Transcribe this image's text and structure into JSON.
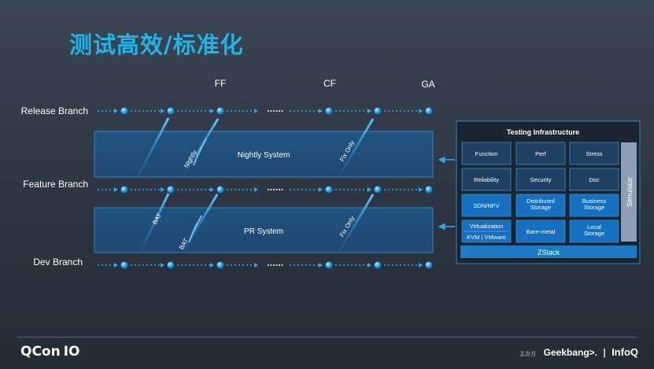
{
  "title": "测试高效/标准化",
  "branches": [
    {
      "label": "Release Branch"
    },
    {
      "label": "Feature Branch"
    },
    {
      "label": "Dev Branch"
    }
  ],
  "milestones": [
    "FF",
    "CF",
    "GA"
  ],
  "systems": {
    "nightly": "Nightly System",
    "pr": "PR System"
  },
  "flow_labels": {
    "nightly": "Nightly",
    "bat_upper": "BAT",
    "bat_lower": "BAT",
    "fix_only": "Fix Only"
  },
  "infra": {
    "title": "Testing Infrastructure",
    "cells": [
      [
        "Function",
        "Perf",
        "Stress"
      ],
      [
        "Reliability",
        "Security",
        "Doc"
      ],
      [
        "SDN/NFV",
        "Distributed Storage",
        "Business Storage"
      ],
      [
        "Virtualization",
        "Bare-metal",
        "Local Storage"
      ]
    ],
    "kvm": "KVM | VMware",
    "simulator": "Simulator",
    "zstack": "ZStack"
  },
  "footer": {
    "qcon": "QCon",
    "io": "IO",
    "organizer": "主办方",
    "geekbang": "Geekbang>.",
    "infoq": "InfoQ"
  }
}
